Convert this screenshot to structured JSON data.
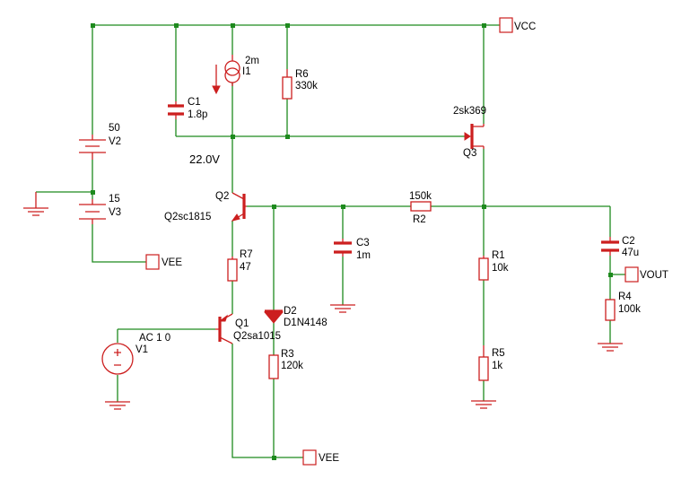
{
  "nets": {
    "vcc": "VCC",
    "vee_left": "VEE",
    "vee_bottom": "VEE",
    "vout": "VOUT",
    "node_voltage": "22.0V"
  },
  "sources": {
    "V2": {
      "name": "V2",
      "value": "50"
    },
    "V3": {
      "name": "V3",
      "value": "15"
    },
    "V1": {
      "name": "V1",
      "value": "AC 1 0"
    },
    "I1": {
      "name": "I1",
      "value": "2m"
    }
  },
  "passives": {
    "C1": {
      "name": "C1",
      "value": "1.8p"
    },
    "R6": {
      "name": "R6",
      "value": "330k"
    },
    "R7": {
      "name": "R7",
      "value": "47"
    },
    "C3": {
      "name": "C3",
      "value": "1m"
    },
    "R2": {
      "name": "R2",
      "value": "150k"
    },
    "R1": {
      "name": "R1",
      "value": "10k"
    },
    "R5": {
      "name": "R5",
      "value": "1k"
    },
    "C2": {
      "name": "C2",
      "value": "47u"
    },
    "R4": {
      "name": "R4",
      "value": "100k"
    },
    "R3": {
      "name": "R3",
      "value": "120k"
    }
  },
  "semis": {
    "Q1": {
      "name": "Q1",
      "model": "Q2sa1015"
    },
    "Q2": {
      "name": "Q2",
      "model": "Q2sc1815"
    },
    "Q3": {
      "name": "Q3",
      "model": "2sk369"
    },
    "D2": {
      "name": "D2",
      "model": "D1N4148"
    }
  },
  "colors": {
    "wire": "#1e8a1e",
    "component": "#cc1f1f",
    "text": "#000000",
    "background": "#ffffff"
  }
}
